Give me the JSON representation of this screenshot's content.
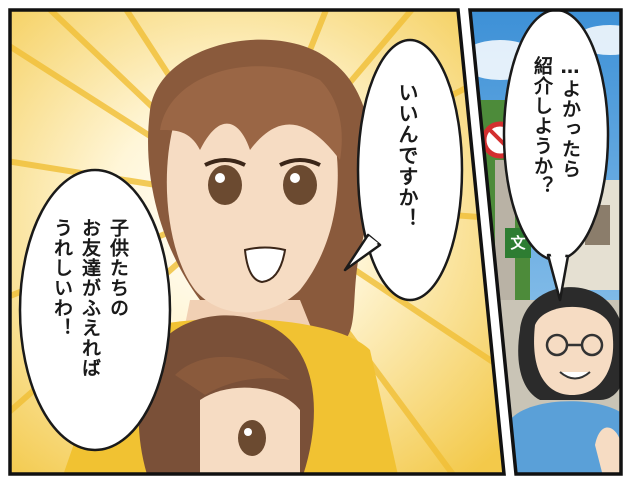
{
  "panels": {
    "left": {
      "bubble_upper": "いいんですか！",
      "bubble_lower": "子供たちの\nお友達がふえれば\nうれしいわ！"
    },
    "right": {
      "bubble": "…よかったら\n紹介しようか？",
      "sign_char": "文"
    }
  },
  "colors": {
    "sky": "#4aa3e6",
    "burst": "#f6d24a",
    "hair_brown": "#8a5a3c",
    "shirt_yellow": "#f1c232",
    "shirt_blue": "#5aa0d8"
  }
}
